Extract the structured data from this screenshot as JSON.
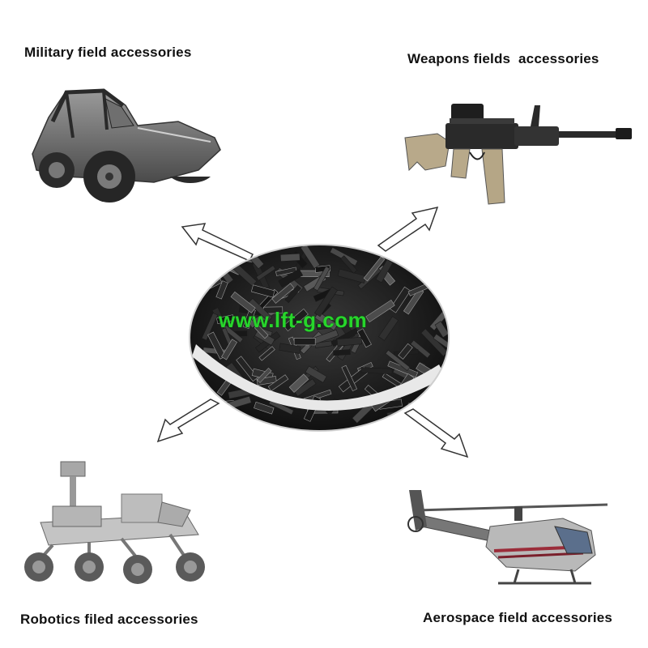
{
  "labels": {
    "military": "Military field accessories",
    "weapons": "Weapons fields  accessories",
    "robotics": "Robotics filed accessories",
    "aerospace": "Aerospace field accessories"
  },
  "watermark": "www.lft-g.com",
  "icons": {
    "military": "military-vehicle-icon",
    "weapons": "rifle-icon",
    "robotics": "rover-robot-icon",
    "aerospace": "helicopter-icon",
    "center": "carbon-fiber-pellets-bowl"
  },
  "colors": {
    "text": "#111111",
    "watermark": "#27d62b",
    "arrow_stroke": "#333333"
  }
}
